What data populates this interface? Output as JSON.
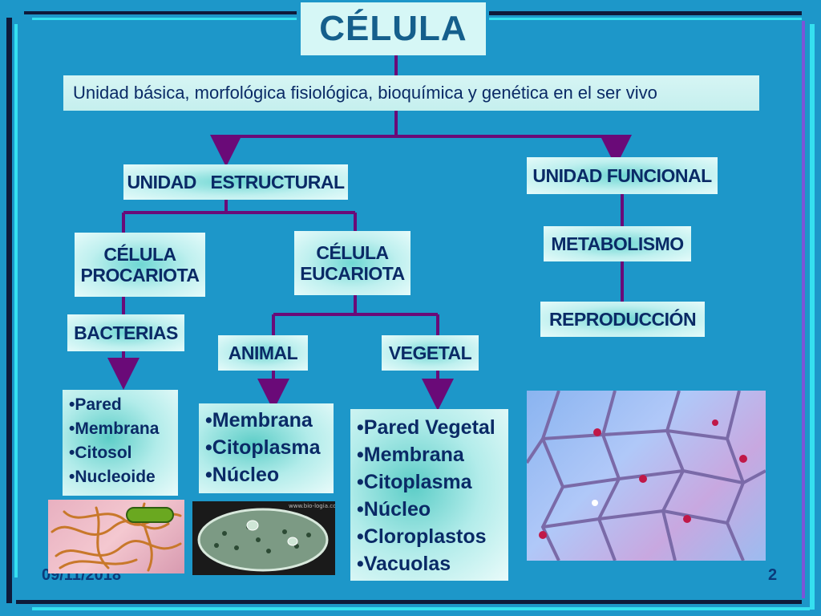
{
  "title": "CÉLULA",
  "definition": "Unidad básica, morfológica fisiológica, bioquímica y genética en el ser vivo",
  "nodes": {
    "estructural": "UNIDAD   ESTRUCTURAL",
    "funcional": "UNIDAD FUNCIONAL",
    "procariota": [
      "CÉLULA",
      "PROCARIOTA"
    ],
    "eucariota": [
      "CÉLULA",
      "EUCARIOTA"
    ],
    "metabolismo": "METABOLISMO",
    "reproduccion": "REPRODUCCIÓN",
    "bacterias": "BACTERIAS",
    "animal": "ANIMAL",
    "vegetal": "VEGETAL"
  },
  "lists": {
    "procariota": [
      "Pared",
      "Membrana",
      "Citosol",
      "Nucleoide"
    ],
    "animal": [
      "Membrana",
      "Citoplasma",
      "Núcleo"
    ],
    "vegetal": [
      "Pared Vegetal",
      "Membrana",
      "Citoplasma",
      "Núcleo",
      "Cloroplastos",
      "Vacuolas"
    ]
  },
  "images": {
    "bacteria": "bacteria-photo",
    "animal": "paramecium-photo",
    "animal_credit": "www.bio-logia.com.ar",
    "vegetal": "onion-cells-photo"
  },
  "footer": {
    "date": "09/11/2018",
    "page": "2"
  },
  "colors": {
    "background": "#1d97c9",
    "connector": "#6a0a78",
    "text": "#0a2a66"
  }
}
